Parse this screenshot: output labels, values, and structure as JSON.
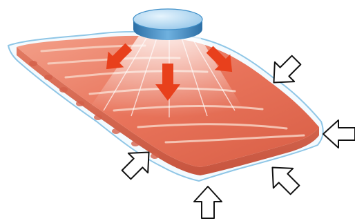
{
  "figure": {
    "subject": "vacuum-packed-meat-slab",
    "spray_head": "round-nozzle",
    "colors": {
      "background": "#ffffff",
      "meat_main": "#e8735a",
      "meat_dark": "#c7553f",
      "fat_light": "#f6c6b4",
      "film_outline": "#8fc6e6",
      "nozzle_top": "#a9d3f0",
      "nozzle_side": "#3f8fc8",
      "spray_arrow": "#e8401c",
      "pressure_arrow_fill": "#ffffff",
      "pressure_arrow_stroke": "#111111"
    },
    "spray_arrows": [
      {
        "name": "spray-arrow-left",
        "direction": "down-left"
      },
      {
        "name": "spray-arrow-center",
        "direction": "down"
      },
      {
        "name": "spray-arrow-right",
        "direction": "down-right"
      }
    ],
    "pressure_arrows": [
      {
        "name": "pressure-arrow-top-right",
        "direction": "down-left"
      },
      {
        "name": "pressure-arrow-right",
        "direction": "left"
      },
      {
        "name": "pressure-arrow-bottom-right",
        "direction": "up-left"
      },
      {
        "name": "pressure-arrow-bottom-center",
        "direction": "up"
      },
      {
        "name": "pressure-arrow-bottom-left",
        "direction": "up-right"
      }
    ]
  }
}
